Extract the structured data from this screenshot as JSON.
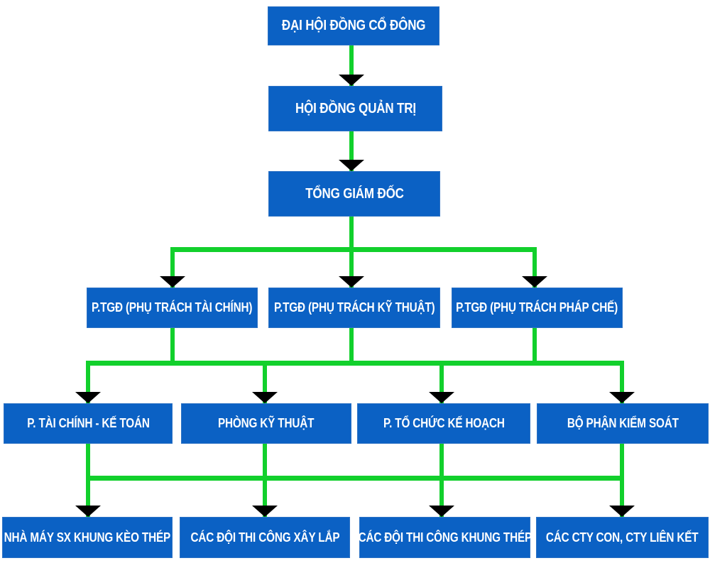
{
  "diagram_type": "org-chart",
  "language": "vi",
  "colors": {
    "box_fill": "#0b61c4",
    "box_border": "#2d72c4",
    "connector_green": "#12d02c",
    "arrow_black": "#000000",
    "text_white": "#ffffff",
    "background": "#ffffff"
  },
  "nodes": [
    {
      "id": "dai-hoi-dong-co-dong",
      "level": 1,
      "label": "ĐẠI HỘI ĐỒNG CỔ ĐÔNG"
    },
    {
      "id": "hoi-dong-quan-tri",
      "level": 2,
      "label": "HỘI ĐỒNG QUẢN TRỊ"
    },
    {
      "id": "tong-giam-doc",
      "level": 3,
      "label": "TỔNG GIÁM ĐỐC"
    },
    {
      "id": "ptgd-tai-chinh",
      "level": 4,
      "label": "P.TGĐ (PHỤ TRÁCH TÀI CHÍNH)"
    },
    {
      "id": "ptgd-ky-thuat",
      "level": 4,
      "label": "P.TGĐ (PHỤ TRÁCH KỸ THUẬT)"
    },
    {
      "id": "ptgd-phap-che",
      "level": 4,
      "label": "P.TGĐ (PHỤ TRÁCH PHÁP CHẾ)"
    },
    {
      "id": "p-tai-chinh-ke-toan",
      "level": 5,
      "label": "P. TÀI CHÍNH - KẾ TOÁN"
    },
    {
      "id": "phong-ky-thuat",
      "level": 5,
      "label": "PHÒNG KỸ THUẬT"
    },
    {
      "id": "p-to-chuc-ke-hoach",
      "level": 5,
      "label": "P. TỔ CHỨC KẾ HOẠCH"
    },
    {
      "id": "bo-phan-kiem-soat",
      "level": 5,
      "label": "BỘ PHẬN KIỂM SOÁT"
    },
    {
      "id": "nha-may-sx-khung-keo-thep",
      "level": 6,
      "label": "NHÀ MÁY SX KHUNG KÈO THÉP"
    },
    {
      "id": "cac-doi-thi-cong-xay-lap",
      "level": 6,
      "label": "CÁC ĐỘI THI CÔNG XÂY LẮP"
    },
    {
      "id": "cac-doi-thi-cong-khung-thep",
      "level": 6,
      "label": "CÁC ĐỘI THI CÔNG KHUNG THÉP"
    },
    {
      "id": "cac-cty-con-cty-lien-ket",
      "level": 6,
      "label": "CÁC CTY CON, CTY LIÊN KẾT"
    }
  ],
  "edges": [
    {
      "from": [
        "dai-hoi-dong-co-dong"
      ],
      "to": [
        "hoi-dong-quan-tri"
      ]
    },
    {
      "from": [
        "hoi-dong-quan-tri"
      ],
      "to": [
        "tong-giam-doc"
      ]
    },
    {
      "from": [
        "tong-giam-doc"
      ],
      "to": [
        "ptgd-tai-chinh",
        "ptgd-ky-thuat",
        "ptgd-phap-che"
      ]
    },
    {
      "from": [
        "ptgd-tai-chinh",
        "ptgd-ky-thuat",
        "ptgd-phap-che"
      ],
      "to": [
        "p-tai-chinh-ke-toan",
        "phong-ky-thuat",
        "p-to-chuc-ke-hoach",
        "bo-phan-kiem-soat"
      ]
    },
    {
      "from": [
        "p-tai-chinh-ke-toan",
        "phong-ky-thuat",
        "p-to-chuc-ke-hoach",
        "bo-phan-kiem-soat"
      ],
      "to": [
        "nha-may-sx-khung-keo-thep",
        "cac-doi-thi-cong-xay-lap",
        "cac-doi-thi-cong-khung-thep",
        "cac-cty-con-cty-lien-ket"
      ]
    }
  ]
}
